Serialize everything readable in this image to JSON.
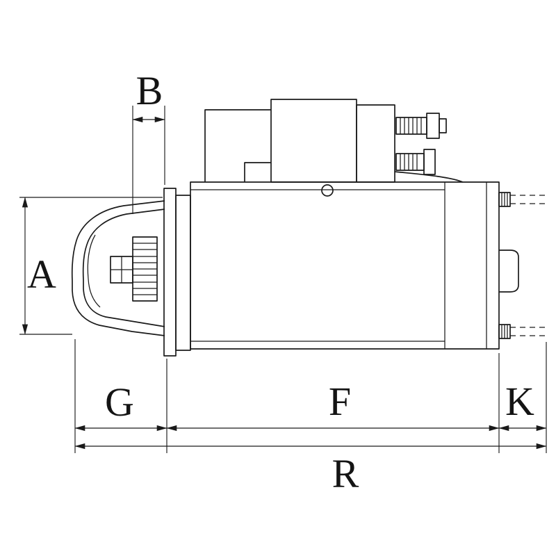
{
  "drawing": {
    "subject": "starter-motor-side-view",
    "background_color": "#ffffff",
    "line_color": "#1a1a1a",
    "dimension_labels": {
      "a": "A",
      "b": "B",
      "g": "G",
      "f": "F",
      "k": "K",
      "r": "R"
    }
  }
}
